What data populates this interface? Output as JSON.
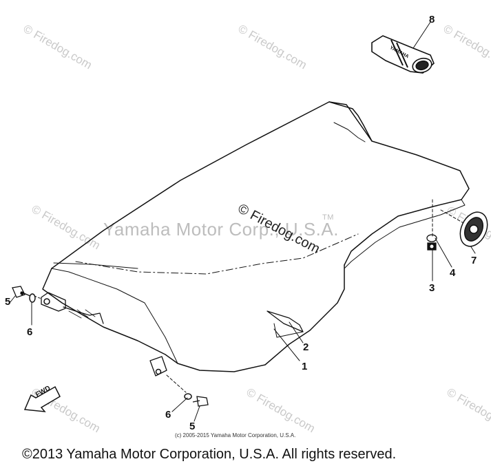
{
  "watermarks": {
    "site": "© Firedog.com",
    "center_text": "Yamaha Motor Corp., U.S.A.",
    "center_tm": "TM",
    "center_site": "© Firedog.com"
  },
  "callouts": {
    "c1": "1",
    "c2": "2",
    "c3": "3",
    "c4": "4",
    "c5a": "5",
    "c5b": "5",
    "c6a": "6",
    "c6b": "6",
    "c7": "7",
    "c8": "8"
  },
  "labels": {
    "fwd": "FWD",
    "tag_text": "YAMAHA"
  },
  "footer": {
    "fine_print": "(c) 2005-2015 Yamaha Motor Corporation, U.S.A.",
    "copyright": "©2013 Yamaha Motor Corporation, U.S.A. All rights reserved."
  }
}
